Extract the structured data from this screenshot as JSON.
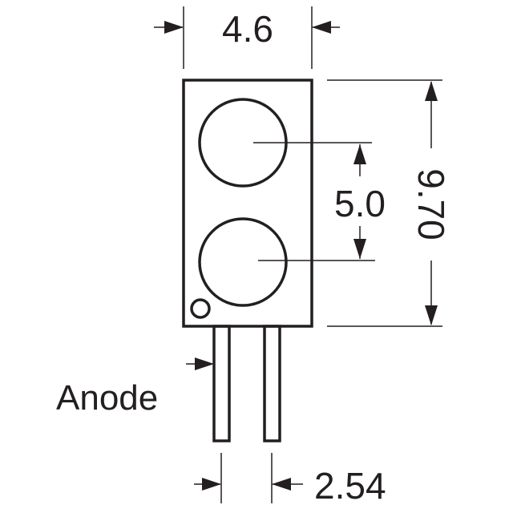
{
  "labels": {
    "width_dim": "4.6",
    "spacing_dim": "5.0",
    "height_dim": "9.70",
    "pin_pitch_dim": "2.54",
    "anode": "Anode"
  },
  "colors": {
    "ink": "#231f20",
    "background": "#ffffff"
  }
}
